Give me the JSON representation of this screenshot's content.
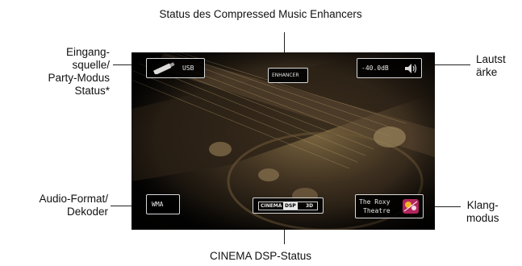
{
  "callouts": {
    "enhancer_status": "Status des Compressed Music Enhancers",
    "input_party_l1": "Eingang-",
    "input_party_l2": "squelle/",
    "input_party_l3": "Party-Modus",
    "input_party_l4": "Status*",
    "volume_l1": "Lautst",
    "volume_l2": "ärke",
    "audio_format_l1": "Audio-Format/",
    "audio_format_l2": "Dekoder",
    "sound_mode_l1": "Klang-",
    "sound_mode_l2": "modus",
    "cinema_dsp_status": "CINEMA DSP-Status"
  },
  "screen": {
    "input_label": "USB",
    "enhancer_label": "ENHANCER",
    "volume_value": "-40.0dB",
    "audio_format": "WMA",
    "dsp_word1": "CINEMA",
    "dsp_word2": "DSP",
    "dsp_word3": "3D",
    "sound_program_l1": "The Roxy",
    "sound_program_l2": "Theatre"
  },
  "icons": {
    "input": "usb-stick-icon",
    "volume": "speaker-icon",
    "sound_program": "sound-program-icon"
  }
}
